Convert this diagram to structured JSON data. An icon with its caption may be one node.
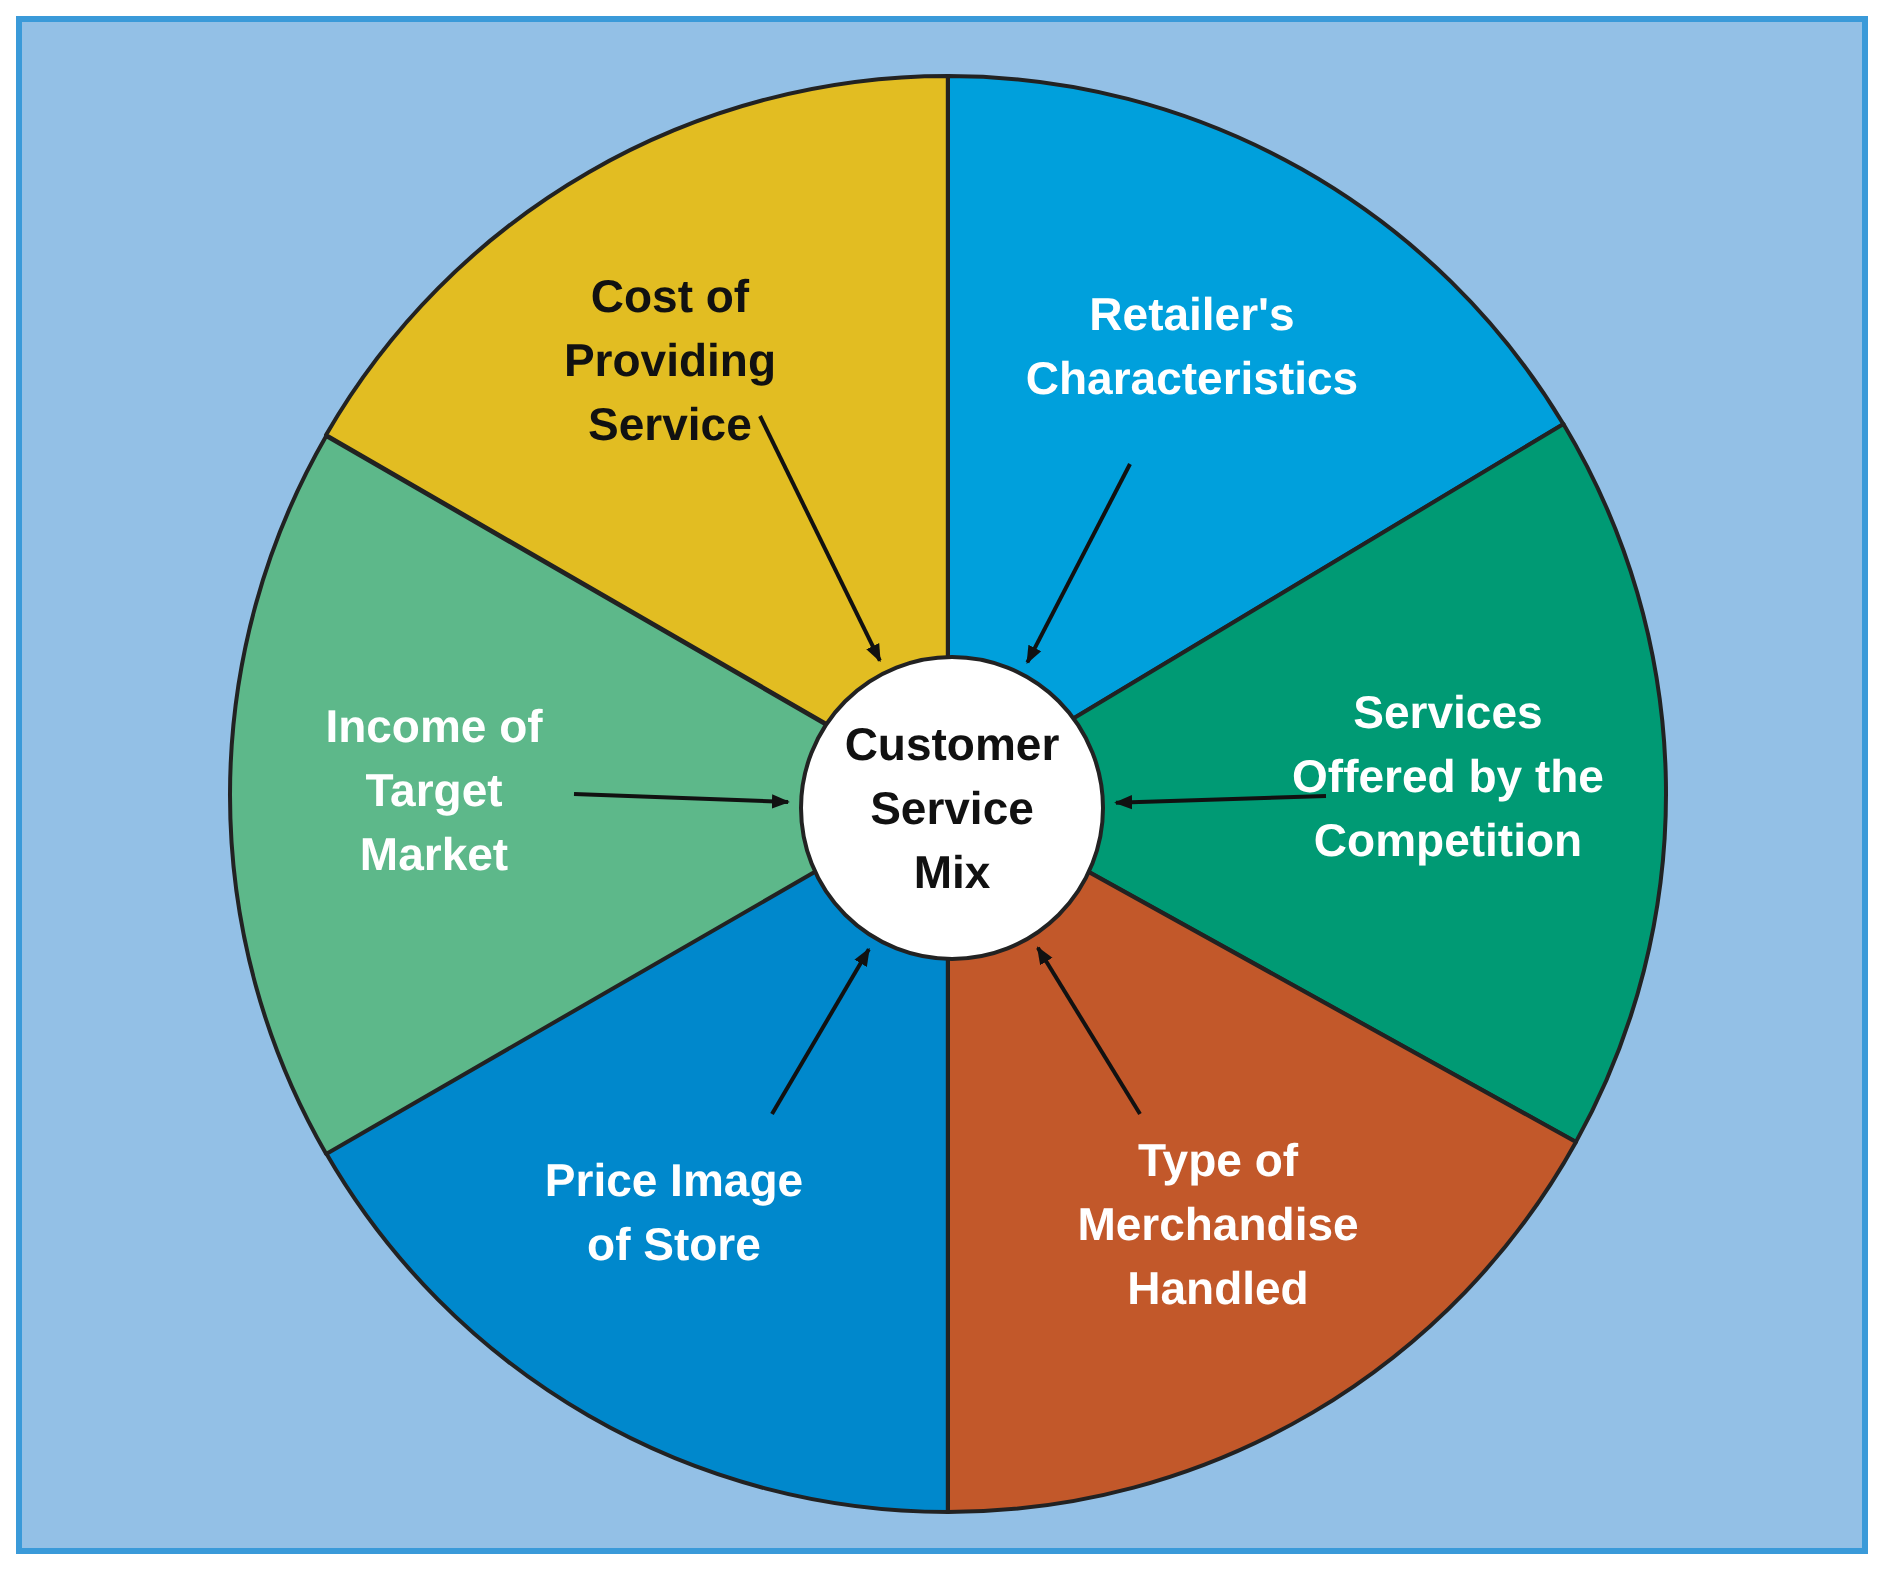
{
  "diagram": {
    "nodes": [
      {
        "text": [
          "Customer Service Mix"
        ]
      },
      {
        "text": [
          "Cost of Providing Service"
        ]
      },
      {
        "text": [
          "Retailer's Characteristics"
        ]
      },
      {
        "text": [
          "Services Offered by the Competition"
        ]
      },
      {
        "text": [
          "Type of Merchandise Handled"
        ]
      },
      {
        "text": [
          "Price Image of Store"
        ]
      },
      {
        "text": [
          "Income of Target Market"
        ]
      }
    ],
    "edges": [
      {
        "from": 1,
        "to": 0,
        "arrow": "to"
      },
      {
        "from": 2,
        "to": 0,
        "arrow": "to"
      },
      {
        "from": 3,
        "to": 0,
        "arrow": "to"
      },
      {
        "from": 4,
        "to": 0,
        "arrow": "to"
      },
      {
        "from": 5,
        "to": 0,
        "arrow": "to"
      },
      {
        "from": 6,
        "to": 0,
        "arrow": "to"
      }
    ]
  }
}
